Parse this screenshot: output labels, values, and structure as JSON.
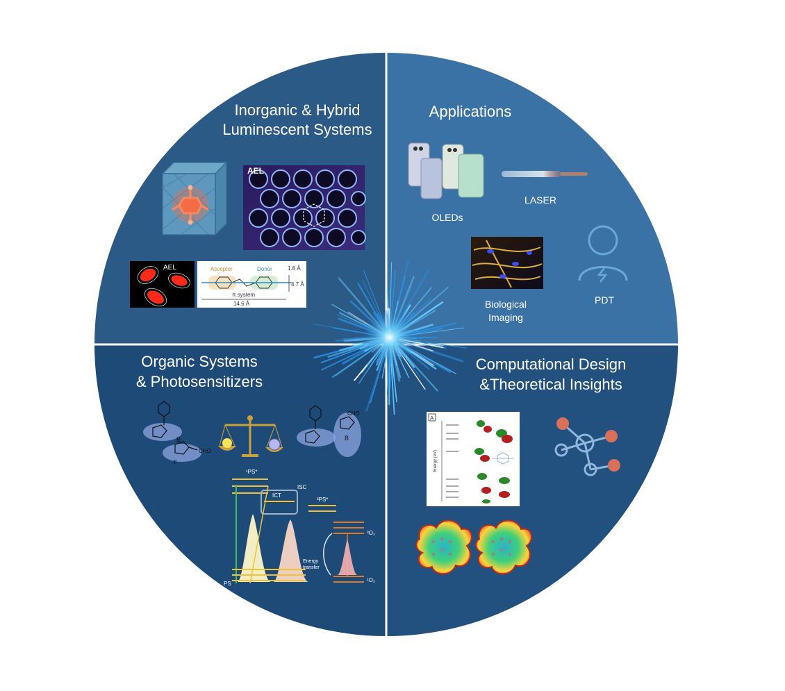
{
  "quadrants": {
    "top_left": {
      "title_line1": "Inorganic & Hybrid",
      "title_line2": "Luminescent Systems",
      "mof_label": "AEL",
      "micro_label": "AEL",
      "molecule": {
        "acceptor": "Acceptor",
        "donor": "Donor",
        "pi_system": "π system",
        "length": "14.6 Å",
        "height": "4.7 Å",
        "offset": "1.8 Å"
      }
    },
    "top_right": {
      "title": "Applications",
      "items": {
        "oleds": "OLEDs",
        "laser": "LASER",
        "imaging_line1": "Biological",
        "imaging_line2": "Imaging",
        "pdt": "PDT"
      }
    },
    "bottom_left": {
      "title_line1": "Organic Systems",
      "title_line2": "& Photosensitizers",
      "bodipy_labels": {
        "cho": "CHO",
        "b": "B",
        "n": "N",
        "f": "F"
      },
      "jablonski": {
        "s1_ps": "¹PS*",
        "ict": "ICT",
        "isc": "ISC",
        "t1_ps": "³PS*",
        "o2_triplet": "³O₂",
        "o2_singlet": "¹O₂",
        "energy_transfer_line1": "Energy",
        "energy_transfer_line2": "transfer",
        "ps": "PS"
      }
    },
    "bottom_right": {
      "title_line1": "Computational Design",
      "title_line2": "&Theoretical Insights",
      "orbital_panel_label": "A",
      "orbital_axis": "Energy (eV)"
    }
  },
  "colors": {
    "top_left": "#2c5a86",
    "top_right": "#3a72a6",
    "bottom_left": "#1e4a78",
    "bottom_right": "#22507f",
    "divider": "#ffffff",
    "burst": "#5ec8ff"
  }
}
